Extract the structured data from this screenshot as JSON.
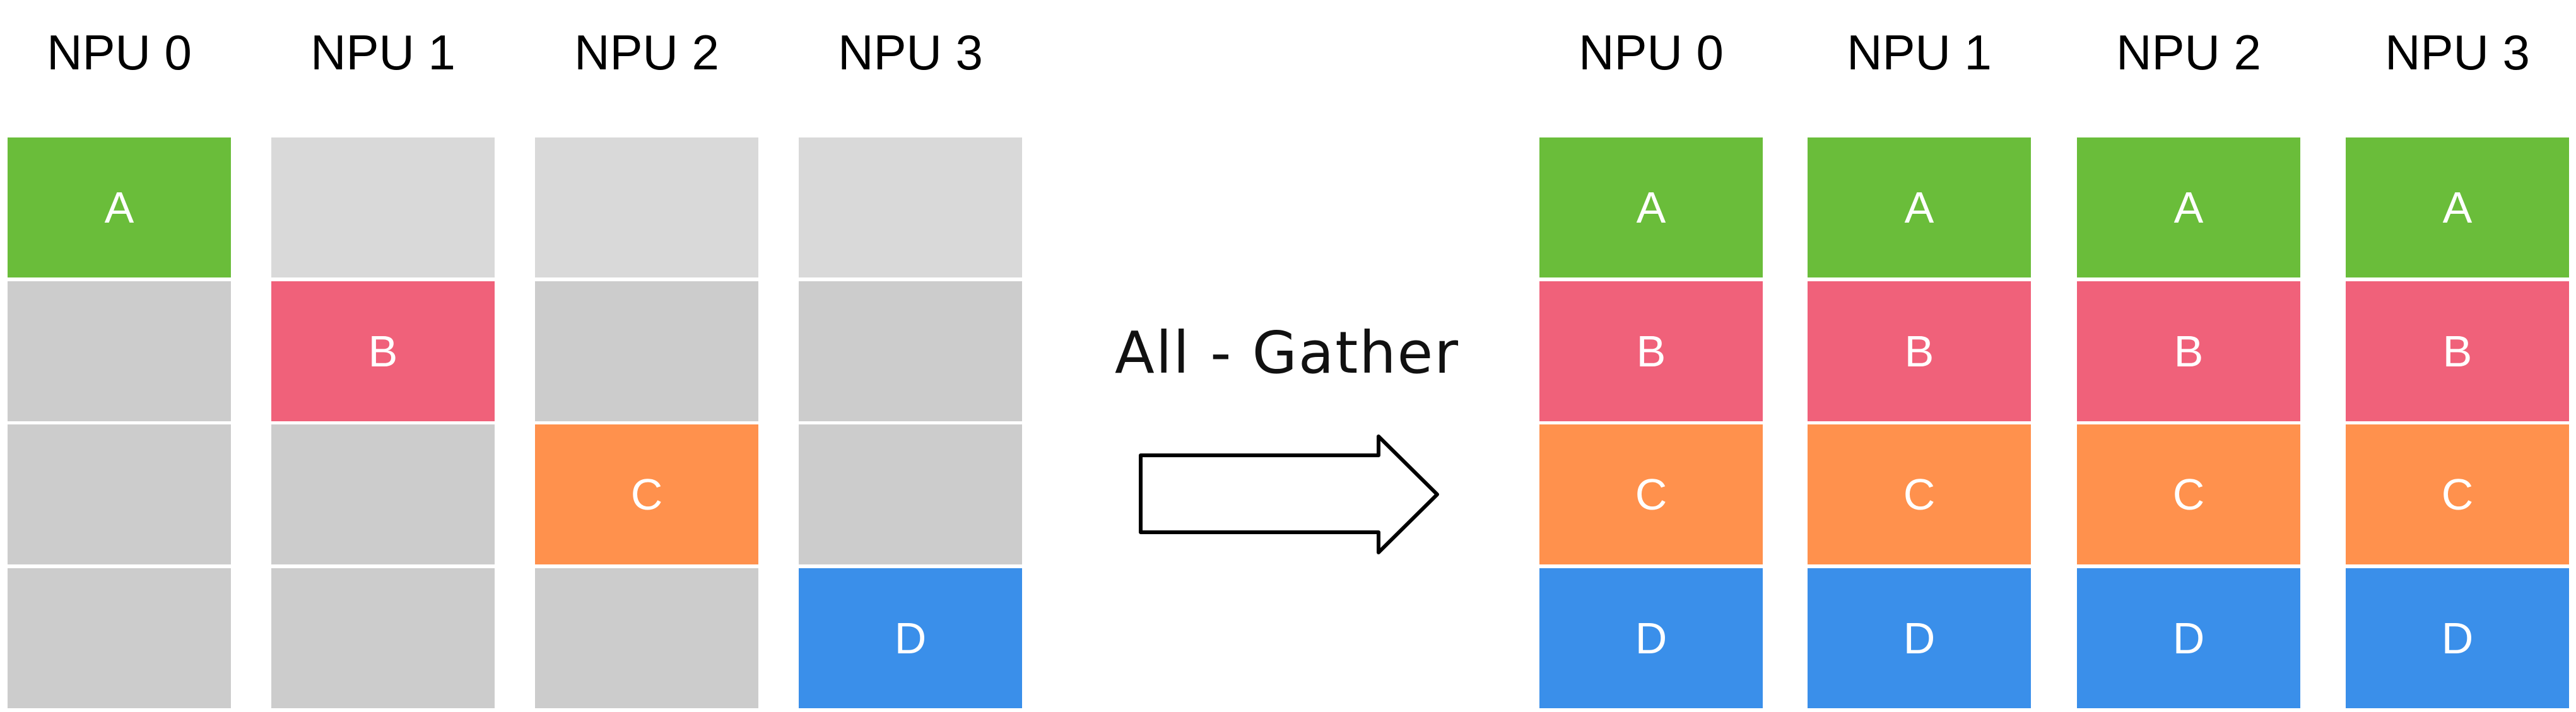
{
  "title": "All - Gather",
  "colors": {
    "A": "#6ABD3A",
    "B": "#F0617A",
    "C": "#FF914D",
    "D": "#3A8FEA",
    "empty_top": "#D9D9D9",
    "empty": "#CCCCCC"
  },
  "before": {
    "npus": [
      {
        "label": "NPU 0",
        "cells": [
          "A",
          "",
          "",
          ""
        ]
      },
      {
        "label": "NPU 1",
        "cells": [
          "",
          "B",
          "",
          ""
        ]
      },
      {
        "label": "NPU 2",
        "cells": [
          "",
          "",
          "C",
          ""
        ]
      },
      {
        "label": "NPU 3",
        "cells": [
          "",
          "",
          "",
          "D"
        ]
      }
    ]
  },
  "after": {
    "npus": [
      {
        "label": "NPU 0",
        "cells": [
          "A",
          "B",
          "C",
          "D"
        ]
      },
      {
        "label": "NPU 1",
        "cells": [
          "A",
          "B",
          "C",
          "D"
        ]
      },
      {
        "label": "NPU 2",
        "cells": [
          "A",
          "B",
          "C",
          "D"
        ]
      },
      {
        "label": "NPU 3",
        "cells": [
          "A",
          "B",
          "C",
          "D"
        ]
      }
    ]
  },
  "arrow_icon": "right-arrow-icon"
}
